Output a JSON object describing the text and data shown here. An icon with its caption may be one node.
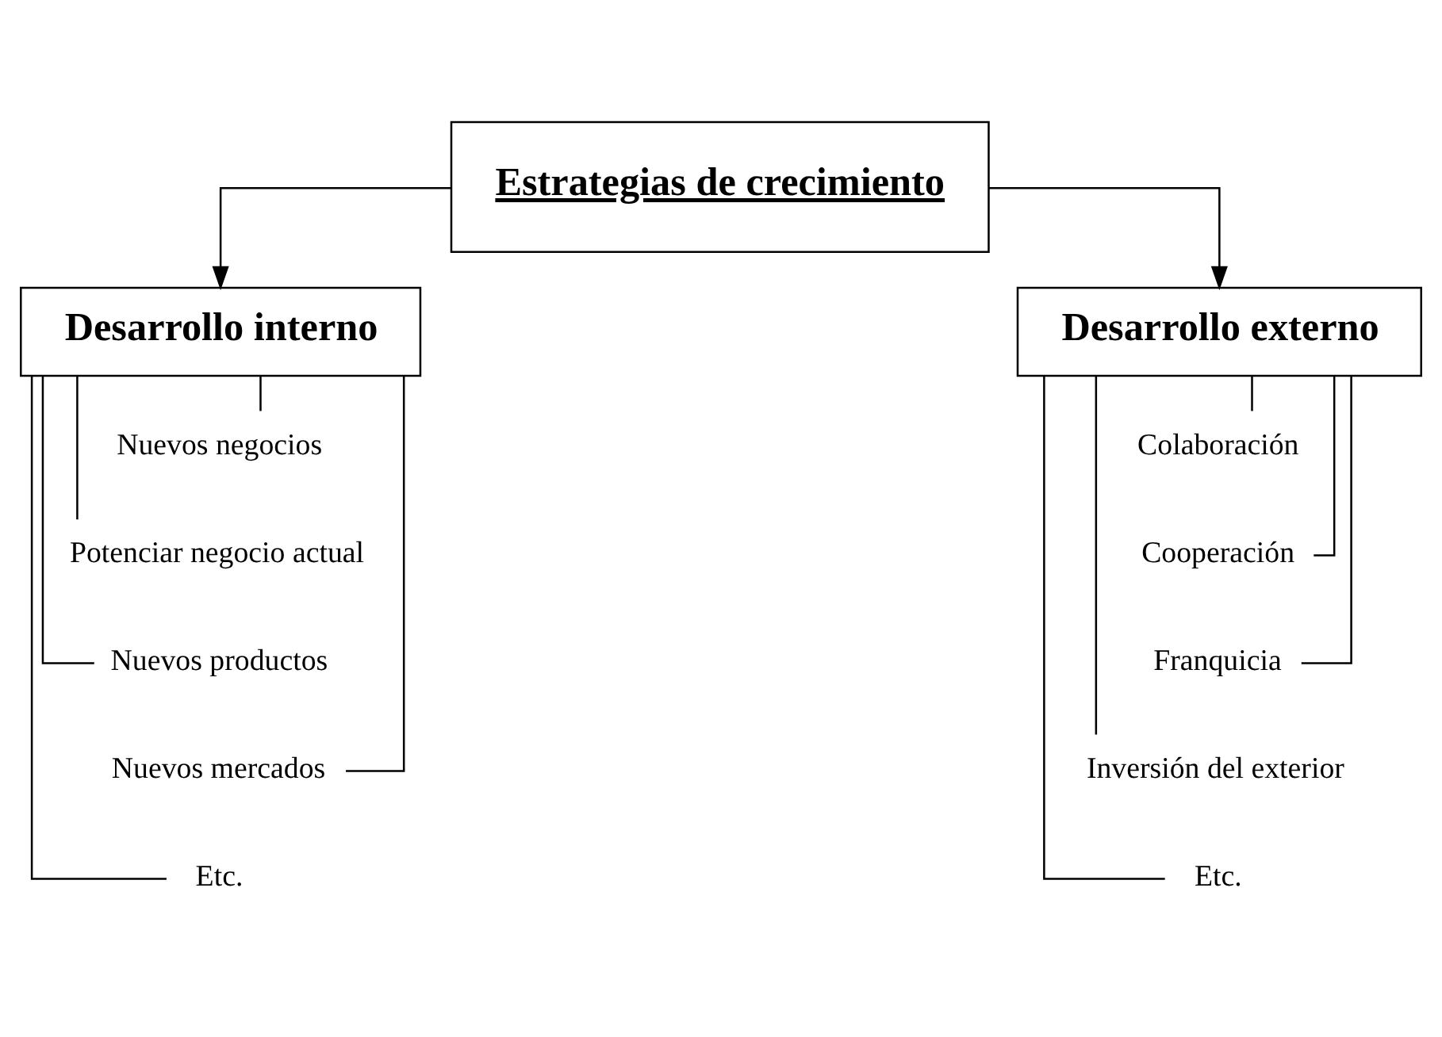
{
  "diagram": {
    "nodes": [
      {
        "text": [
          "Estrategias de crecimiento"
        ]
      },
      {
        "text": [
          "Desarrollo interno"
        ]
      },
      {
        "text": [
          "Desarrollo externo"
        ]
      },
      {
        "text": [
          "Nuevos negocios"
        ]
      },
      {
        "text": [
          "Potenciar negocio actual"
        ]
      },
      {
        "text": [
          "Nuevos productos"
        ]
      },
      {
        "text": [
          "Nuevos mercados"
        ]
      },
      {
        "text": [
          "Etc."
        ]
      },
      {
        "text": [
          "Colaboración"
        ]
      },
      {
        "text": [
          "Cooperación"
        ]
      },
      {
        "text": [
          "Franquicia"
        ]
      },
      {
        "text": [
          "Inversión del exterior"
        ]
      },
      {
        "text": [
          "Etc."
        ]
      }
    ],
    "edges": [
      {
        "from": 0,
        "to": 1,
        "arrow": "to"
      },
      {
        "from": 0,
        "to": 2,
        "arrow": "to"
      },
      {
        "from": 1,
        "to": 3,
        "arrow": "none"
      },
      {
        "from": 1,
        "to": 4,
        "arrow": "none"
      },
      {
        "from": 1,
        "to": 5,
        "arrow": "none"
      },
      {
        "from": 1,
        "to": 6,
        "arrow": "none"
      },
      {
        "from": 1,
        "to": 7,
        "arrow": "none"
      },
      {
        "from": 2,
        "to": 8,
        "arrow": "none"
      },
      {
        "from": 2,
        "to": 9,
        "arrow": "none"
      },
      {
        "from": 2,
        "to": 10,
        "arrow": "none"
      },
      {
        "from": 2,
        "to": 11,
        "arrow": "none"
      },
      {
        "from": 2,
        "to": 12,
        "arrow": "none"
      }
    ]
  }
}
